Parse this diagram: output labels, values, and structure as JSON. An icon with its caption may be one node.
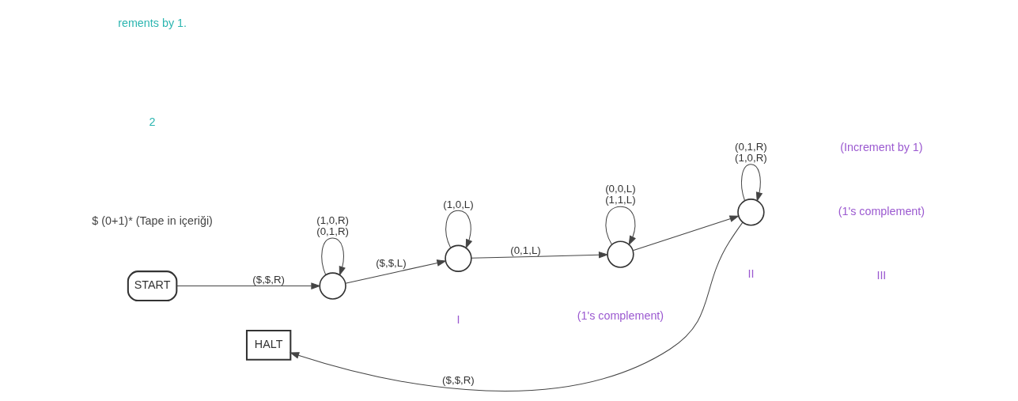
{
  "diagram": {
    "nodes": [
      {
        "text": [
          "START"
        ]
      },
      {
        "text": [],
        "shape": "circle"
      },
      {
        "text": [],
        "shape": "circle"
      },
      {
        "text": [],
        "shape": "circle"
      },
      {
        "text": [],
        "shape": "circle"
      },
      {
        "text": [
          "HALT"
        ]
      }
    ],
    "edges": [
      {
        "from": 0,
        "to": 1,
        "arrow": "to",
        "label": "($,$,R)"
      },
      {
        "from": 1,
        "to": 1,
        "arrow": "to",
        "label": "(1,0,R) (0,1,R)"
      },
      {
        "from": 1,
        "to": 2,
        "arrow": "to",
        "label": "($,$,L)"
      },
      {
        "from": 2,
        "to": 2,
        "arrow": "to",
        "label": "(1,0,L)"
      },
      {
        "from": 2,
        "to": 3,
        "arrow": "to",
        "label": "(0,1,L)"
      },
      {
        "from": 3,
        "to": 3,
        "arrow": "to",
        "label": "(0,0,L) (1,1,L)"
      },
      {
        "from": 3,
        "to": 4,
        "arrow": "to"
      },
      {
        "from": 4,
        "to": 4,
        "arrow": "to",
        "label": "(0,1,R) (1,0,R)"
      },
      {
        "from": 4,
        "to": 5,
        "arrow": "to",
        "label": "($,$,R)"
      }
    ],
    "labels": [
      "rements by 1.",
      "2",
      "$ (0+1)* (Tape in içeriği)",
      "I",
      "(1's complement)",
      "II",
      "(Increment by 1)",
      "(1's complement)",
      "III"
    ]
  }
}
